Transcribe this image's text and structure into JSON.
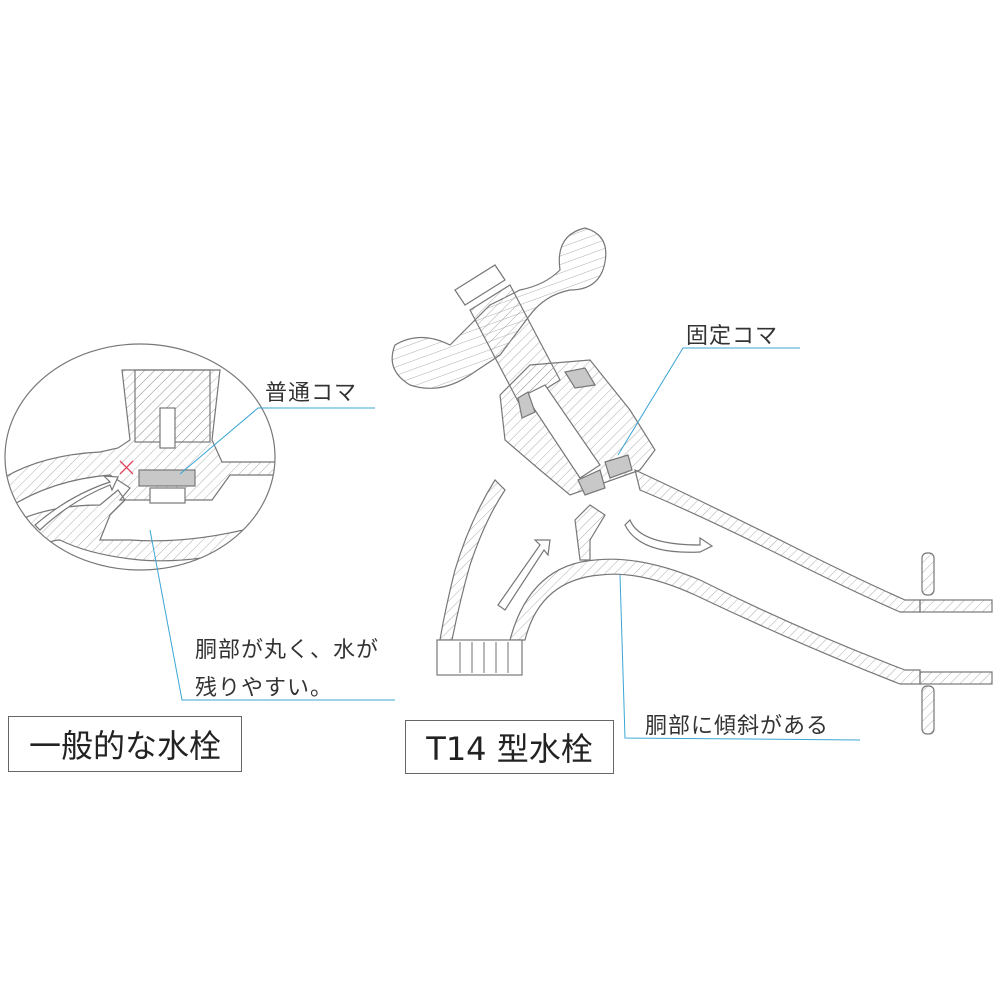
{
  "left_diagram": {
    "title": "一般的な水栓",
    "callout_valve": "普通コマ",
    "callout_body_line1": "胴部が丸く、水が",
    "callout_body_line2": "残りやすい。"
  },
  "right_diagram": {
    "title": "T14 型水栓",
    "callout_valve": "固定コマ",
    "callout_body": "胴部に傾斜がある"
  },
  "colors": {
    "leader": "#3aa6d6",
    "cross": "#e0405a",
    "line": "#777777",
    "valve_fill": "#c8c8c8"
  }
}
